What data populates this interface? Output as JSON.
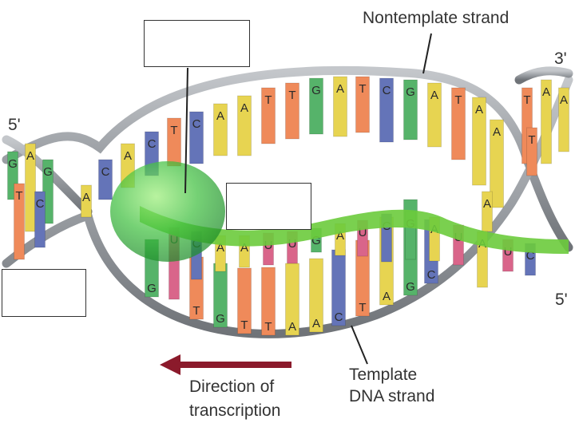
{
  "labels": {
    "nontemplate_strand": "Nontemplate strand",
    "three_prime_top": "3'",
    "five_prime_left": "5'",
    "five_prime_right": "5'",
    "template_line1": "Template",
    "template_line2": "DNA strand",
    "direction_line1": "Direction of",
    "direction_line2": "transcription"
  },
  "colors": {
    "backbone": "#9a9ea3",
    "rna": "#6ccb3c",
    "polymerase": "#3fbf3f",
    "arrow": "#8b1a2b",
    "A": "#e7d451",
    "T": "#ef8a5a",
    "G": "#56b36a",
    "C": "#6474b8",
    "U": "#d9658a"
  },
  "top_strand_bases": [
    "C",
    "A",
    "C",
    "T",
    "C",
    "A",
    "A",
    "T",
    "T",
    "G",
    "A",
    "T",
    "C",
    "G",
    "A",
    "T",
    "A",
    "A"
  ],
  "template_strand_bases": [
    "G",
    "T",
    "G",
    "T",
    "T",
    "A",
    "A",
    "C",
    "T",
    "A",
    "G",
    "C"
  ],
  "rna_bases": [
    "U",
    "C",
    "A",
    "A",
    "U",
    "U",
    "G",
    "A",
    "U",
    "C",
    "G",
    "A",
    "U",
    "A",
    "U",
    "C"
  ],
  "left_helix_bases": [
    "G",
    "A",
    "G",
    "T",
    "C",
    "A"
  ],
  "right_helix_bases": [
    "T",
    "A",
    "A",
    "T",
    "A"
  ]
}
